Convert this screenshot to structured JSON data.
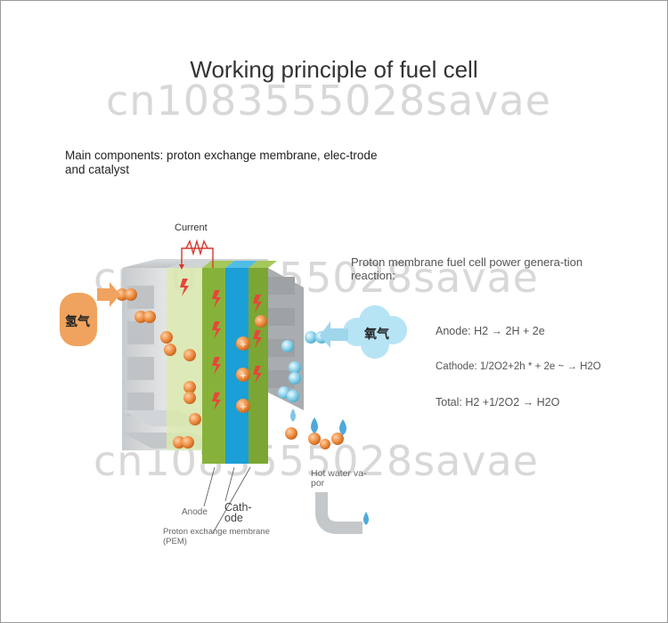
{
  "title": "Working principle of fuel cell",
  "watermark": "cn1083555028savae",
  "intro": "Main components: proton exchange membrane, elec-trode and catalyst",
  "reaction_title": "Proton membrane fuel cell power genera-tion reaction:",
  "equations": {
    "anode": "Anode: H2 → 2H + 2e",
    "cathode": "Cathode: 1/2O2+2h * + 2e ~ → H2O",
    "total": "Total: H2 +1/2O2 → H2O"
  },
  "labels": {
    "current": "Current",
    "hydrogen": "氢气",
    "oxygen": "氧气",
    "hot_water_vapor": "Hot water va-por",
    "anode": "Anode",
    "cathode": "Cath-ode",
    "pem": "Proton exchange membrane (PEM)"
  },
  "colors": {
    "membrane": "#1a9fd6",
    "electrode": "#8bb53a",
    "proton": "#e9873a",
    "oxygen_molecule": "#7fcde6",
    "electron": "#e8453a",
    "hydrogen_tag": "#f0a35e",
    "oxygen_cloud": "#b6e4f4"
  }
}
